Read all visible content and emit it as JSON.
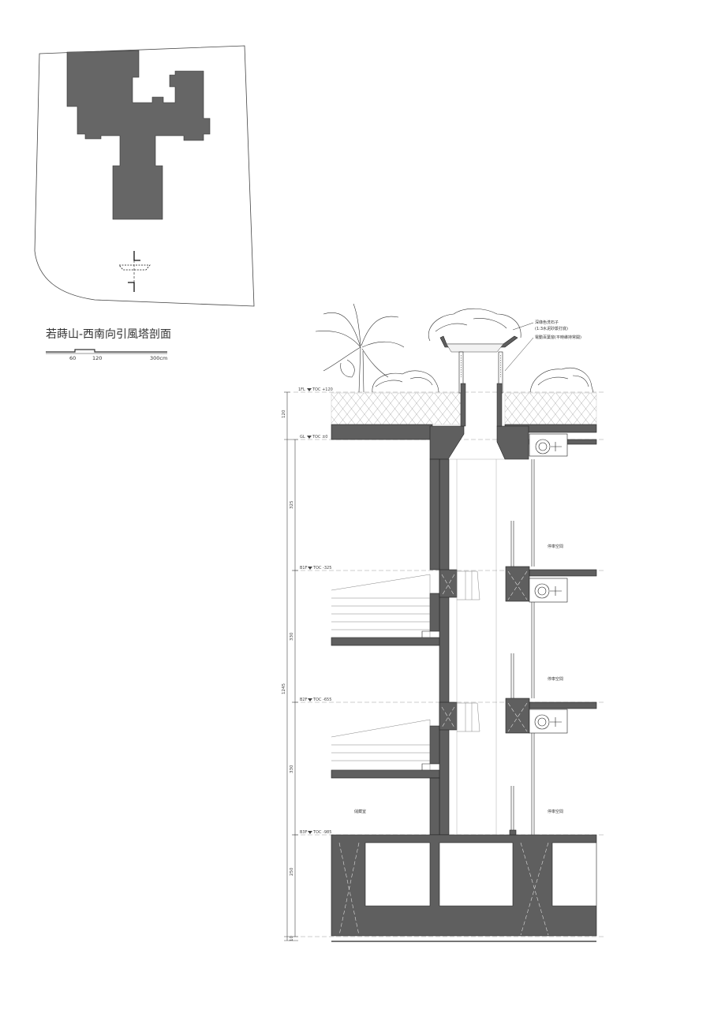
{
  "drawing": {
    "title": "若蒔山-西南向引風塔剖面",
    "scale_labels": [
      "60",
      "120",
      "300cm"
    ],
    "levels": [
      {
        "name": "1FL",
        "elev": "TOC +120"
      },
      {
        "name": "GL",
        "elev": "TOC ±0"
      },
      {
        "name": "B1F",
        "elev": "TOC -325"
      },
      {
        "name": "B2F",
        "elev": "TOC -655"
      },
      {
        "name": "B3F",
        "elev": "TOC -985"
      }
    ],
    "dimensions": [
      "120",
      "325",
      "330",
      "330",
      "1245",
      "250",
      "10"
    ],
    "rooms": [
      "停車空間",
      "停車空間",
      "停車空間",
      "儲藏室"
    ],
    "notes": [
      "深綠色洗石子",
      "(1:3水泥砂漿打底)",
      "電動百葉窗(平時維持常開)"
    ]
  },
  "colors": {
    "concrete": "#5f5f5f",
    "line": "#222222",
    "paper": "#ffffff"
  },
  "icons": [
    "section-cut-marker-icon",
    "vegetation-icon",
    "fan-icon"
  ]
}
